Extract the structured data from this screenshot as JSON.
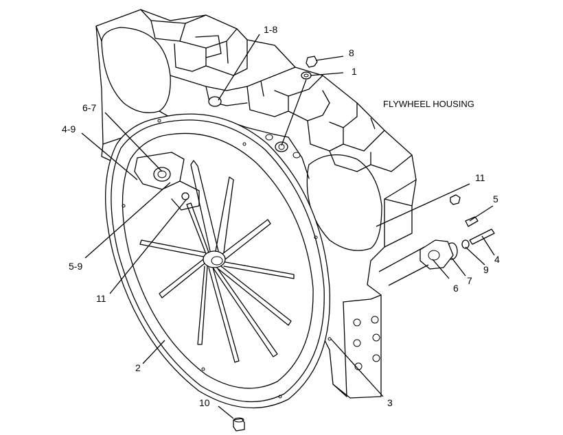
{
  "title_label": "FLYWHEEL HOUSING",
  "callouts": {
    "c1_8": "1-8",
    "c8": "8",
    "c1": "1",
    "c6_7": "6-7",
    "c4_9": "4-9",
    "c11_right": "11",
    "c5": "5",
    "c4": "4",
    "c9": "9",
    "c7": "7",
    "c6": "6",
    "c5_9": "5-9",
    "c11_left": "11",
    "c2": "2",
    "c3": "3",
    "c10": "10"
  }
}
